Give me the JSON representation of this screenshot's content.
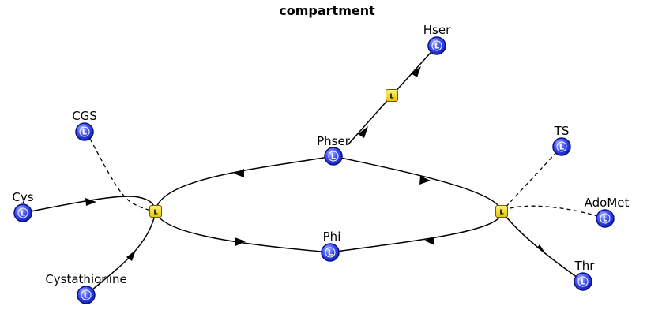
{
  "title": "compartment",
  "species": [
    {
      "id": "hser",
      "label": "Hser",
      "glyph": "L"
    },
    {
      "id": "cgs",
      "label": "CGS",
      "glyph": "L"
    },
    {
      "id": "phser",
      "label": "Phser",
      "glyph": "L"
    },
    {
      "id": "ts",
      "label": "TS",
      "glyph": "L"
    },
    {
      "id": "cys",
      "label": "Cys",
      "glyph": "L"
    },
    {
      "id": "adomet",
      "label": "AdoMet",
      "glyph": "L"
    },
    {
      "id": "phi",
      "label": "Phi",
      "glyph": "L"
    },
    {
      "id": "thr",
      "label": "Thr",
      "glyph": "L"
    },
    {
      "id": "cystathionine",
      "label": "Cystathionine",
      "glyph": "L"
    }
  ],
  "processes": [
    {
      "id": "p-hser",
      "glyph": "L"
    },
    {
      "id": "p-cgs",
      "glyph": "L"
    },
    {
      "id": "p-ts",
      "glyph": "L"
    }
  ],
  "colors": {
    "node_fill": "#2f3df0",
    "node_highlight": "#b8c0ff",
    "node_stroke": "#0a1280",
    "process_fill": "#f5d800",
    "process_stroke": "#6b5a00"
  }
}
